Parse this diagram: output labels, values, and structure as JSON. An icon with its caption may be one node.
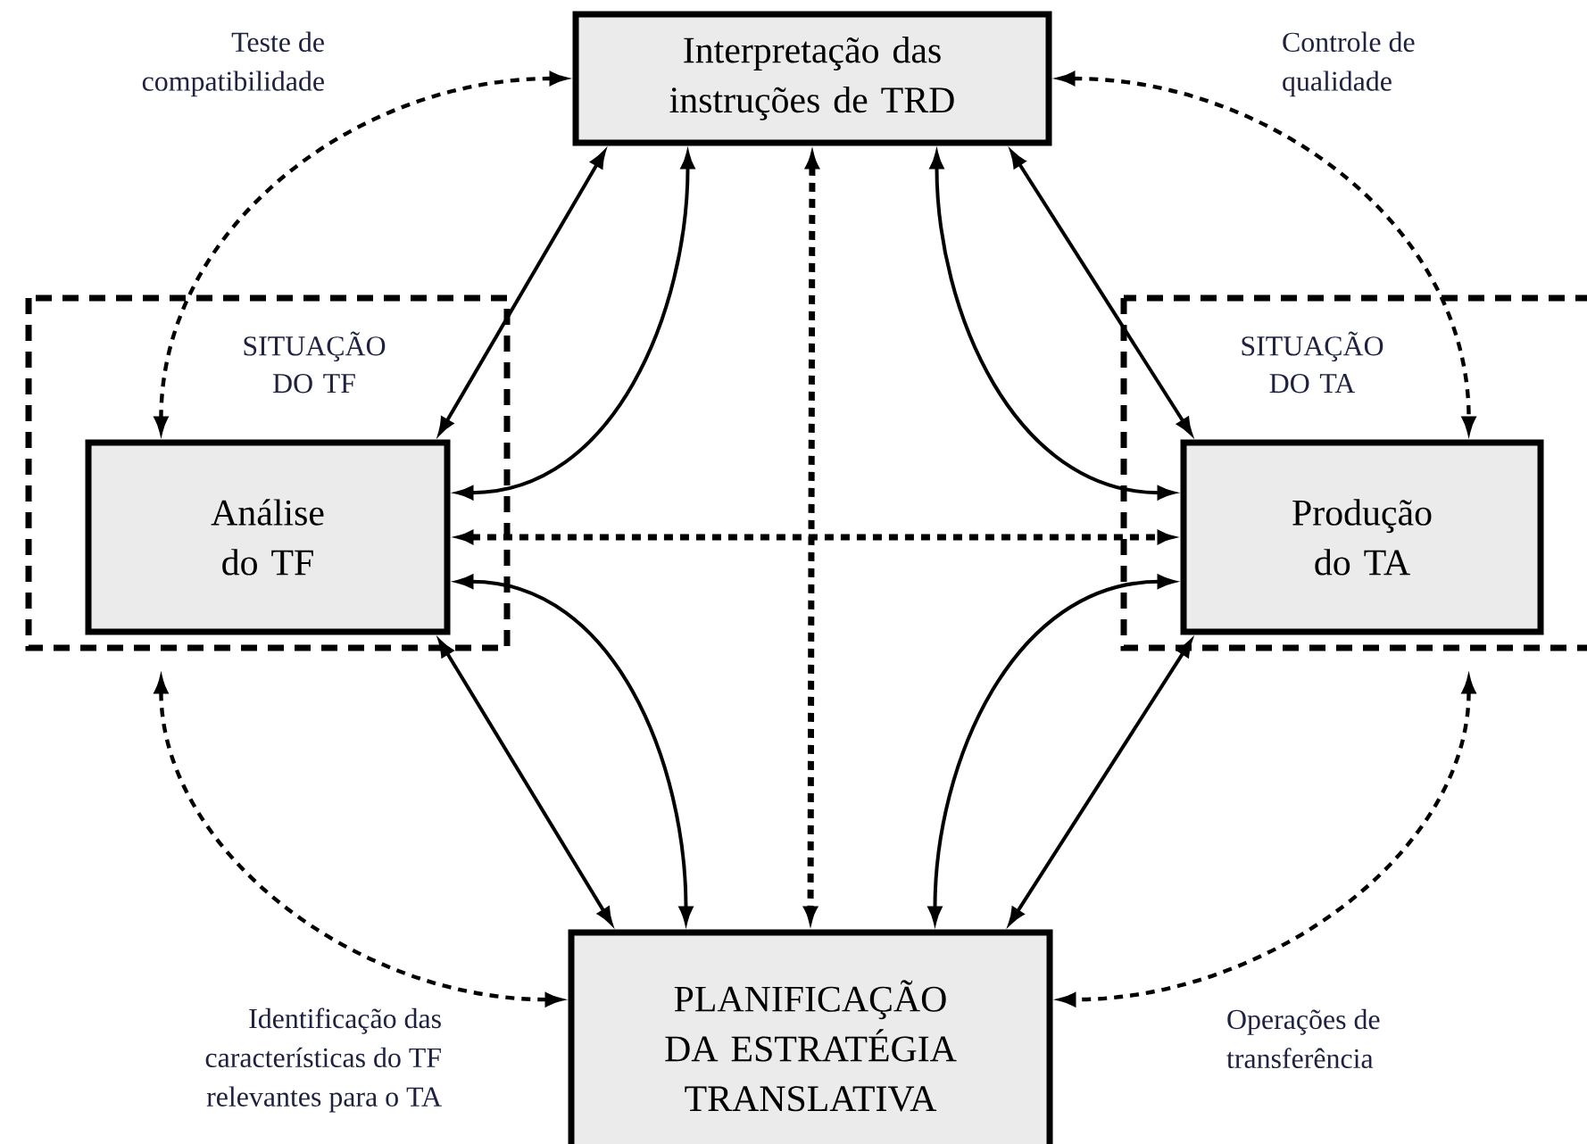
{
  "diagram": {
    "nodes": [
      {
        "text": [
          "Interpretação das instruções de TRD"
        ]
      },
      {
        "text": [
          "SITUAÇÃO DO TF"
        ]
      },
      {
        "text": [
          "Análise do TF"
        ],
        "in": 1
      },
      {
        "text": [
          "SITUAÇÃO DO TA"
        ]
      },
      {
        "text": [
          "Produção do TA"
        ],
        "in": 3
      },
      {
        "text": [
          "PLANIFICAÇÃO DA ESTRATÉGIA TRANSLATIVA"
        ]
      }
    ],
    "edges": [
      {
        "from": 0,
        "to": 2,
        "arrow": "both",
        "style": "dashed",
        "label": "Teste de compatibilidade"
      },
      {
        "from": 0,
        "to": 4,
        "arrow": "both",
        "style": "dashed",
        "label": "Controle de qualidade"
      },
      {
        "from": 2,
        "to": 5,
        "arrow": "both",
        "style": "dashed",
        "label": "Identificação das características do TF relevantes para o TA"
      },
      {
        "from": 4,
        "to": 5,
        "arrow": "both",
        "style": "dashed",
        "label": "Operações de transferência"
      },
      {
        "from": 0,
        "to": 2,
        "arrow": "both"
      },
      {
        "from": 0,
        "to": 2,
        "arrow": "both"
      },
      {
        "from": 2,
        "to": 4,
        "arrow": "both",
        "style": "dashed"
      },
      {
        "from": 0,
        "to": 5,
        "arrow": "both",
        "style": "dashed"
      },
      {
        "from": 0,
        "to": 4,
        "arrow": "both"
      },
      {
        "from": 0,
        "to": 4,
        "arrow": "both"
      },
      {
        "from": 2,
        "to": 5,
        "arrow": "both"
      },
      {
        "from": 2,
        "to": 5,
        "arrow": "both"
      },
      {
        "from": 4,
        "to": 5,
        "arrow": "both"
      },
      {
        "from": 4,
        "to": 5,
        "arrow": "both"
      }
    ]
  }
}
